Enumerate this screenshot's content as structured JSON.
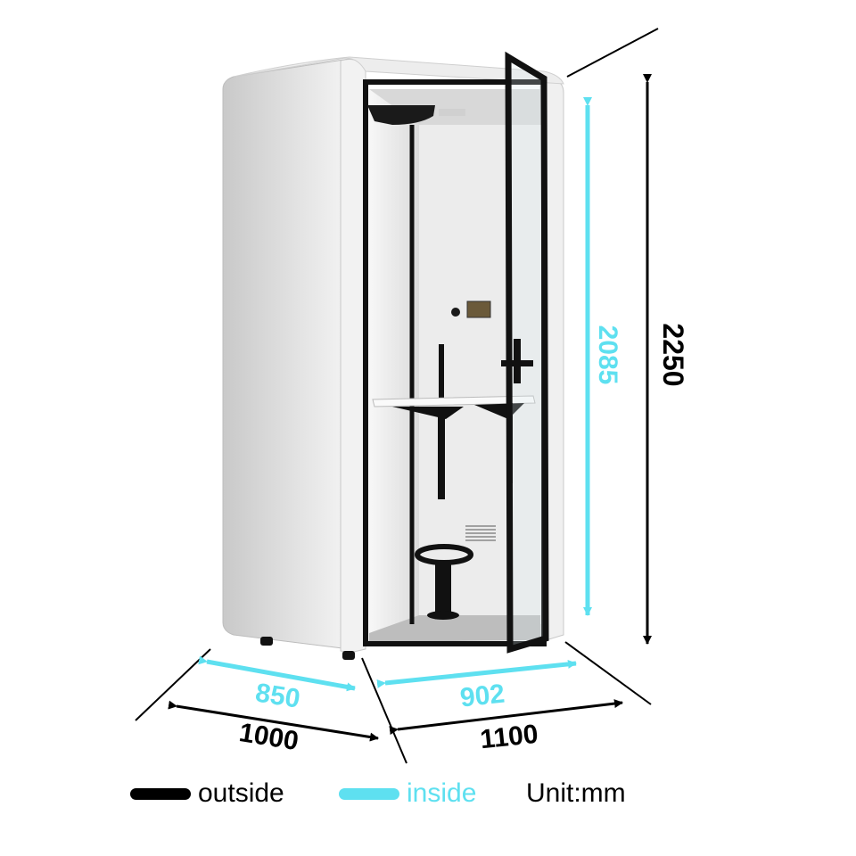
{
  "dimensions": {
    "outside_height": "2250",
    "inside_height": "2085",
    "outside_depth": "1000",
    "inside_depth": "850",
    "outside_width": "1100",
    "inside_width": "902"
  },
  "legend": {
    "outside_label": "outside",
    "inside_label": "inside",
    "unit_label": "Unit:mm"
  },
  "colors": {
    "outside": "#000000",
    "inside": "#5ee0f0",
    "panel": "#d9d9d9",
    "frame": "#111111"
  }
}
